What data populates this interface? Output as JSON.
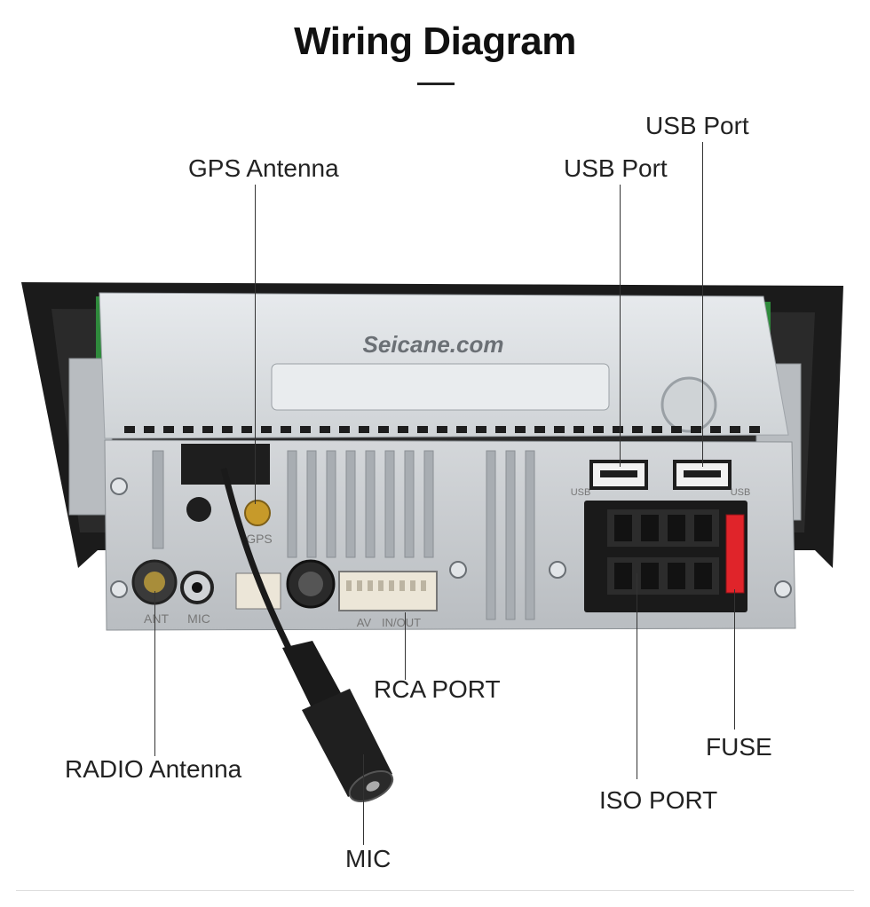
{
  "title": "Wiring Diagram",
  "labels": {
    "usb_port_top": "USB Port",
    "usb_port": "USB Port",
    "gps_antenna": "GPS Antenna",
    "rca_port": "RCA PORT",
    "fuse": "FUSE",
    "radio_antenna": "RADIO Antenna",
    "iso_port": "ISO PORT",
    "mic": "MIC"
  },
  "device": {
    "brand": "Seicane.com",
    "usb_left_tag": "USB",
    "usb_right_tag": "USB",
    "gps_tag": "GPS",
    "ant_tag": "ANT",
    "mic_tag": "MIC",
    "av_tag": "AV",
    "inout_tag": "IN/OUT"
  },
  "colors": {
    "chassis": "#c9cccf",
    "chassis_dark": "#9ea3a8",
    "bezel": "#1b1b1b",
    "pcb": "#2f8a3c",
    "fuse": "#e0242a",
    "gps_connector": "#c79a2a",
    "cable": "#1a1a1a"
  }
}
